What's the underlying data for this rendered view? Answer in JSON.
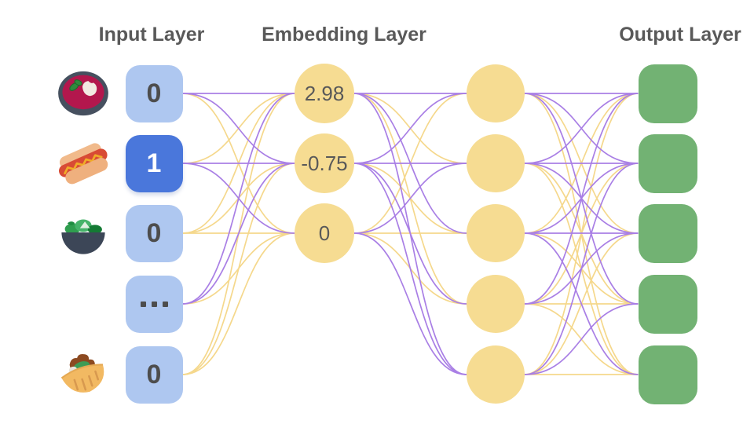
{
  "titles": {
    "input": "Input Layer",
    "embedding": "Embedding Layer",
    "output": "Output Layer"
  },
  "colors": {
    "input_box": "#AEC7F0",
    "input_box_active": "#4A77DB",
    "input_text": "#4D4D4D",
    "input_text_active": "#FFFFFF",
    "node_yellow": "#F6DC92",
    "output_green": "#72B273",
    "edge_purple": "#A97FE5",
    "edge_yellow": "#F5D88C",
    "title_text": "#595959"
  },
  "input_layer": {
    "rows": [
      {
        "icon": "soup-icon",
        "value": "0",
        "active": false
      },
      {
        "icon": "hot-dog-icon",
        "value": "1",
        "active": true
      },
      {
        "icon": "salad-icon",
        "value": "0",
        "active": false
      },
      {
        "icon": null,
        "value": "...",
        "active": false
      },
      {
        "icon": "stuffed-flatbread-icon",
        "value": "0",
        "active": false
      }
    ]
  },
  "embedding_layer": {
    "values": [
      "2.98",
      "-0.75",
      "0"
    ]
  },
  "hidden_layer": {
    "count": 5
  },
  "output_layer": {
    "count": 5
  },
  "edges": {
    "input_to_embedding": [
      "p",
      "p",
      "y",
      "y",
      "p",
      "p",
      "y",
      "y",
      "y",
      "p",
      "p",
      "y",
      "y",
      "y",
      "y"
    ],
    "embedding_to_hidden": [
      "p",
      "y",
      "p",
      "y",
      "p",
      "p",
      "p",
      "y",
      "p",
      "p",
      "y",
      "p",
      "y",
      "y",
      "p"
    ],
    "hidden_to_output": [
      "p",
      "p",
      "y",
      "p",
      "y",
      "p",
      "p",
      "p",
      "y",
      "y",
      "y",
      "p",
      "p",
      "y",
      "p",
      "p",
      "y",
      "p",
      "y",
      "y",
      "y",
      "p",
      "y",
      "p",
      "y"
    ]
  }
}
